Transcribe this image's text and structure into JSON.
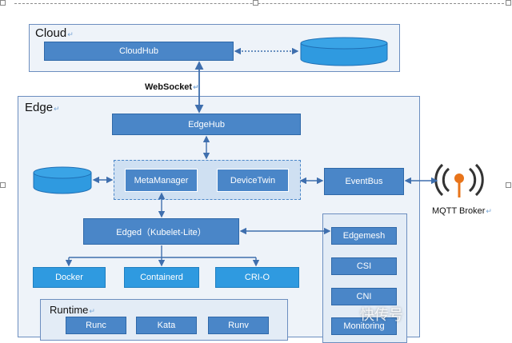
{
  "cloud": {
    "label": "Cloud",
    "cloudhub": "CloudHub"
  },
  "websocket_label": "WebSocket",
  "edge": {
    "label": "Edge",
    "edgehub": "EdgeHub",
    "metamanager": "MetaManager",
    "devicetwin": "DeviceTwin",
    "eventbus": "EventBus",
    "edged": "Edged（Kubelet-Lite）",
    "docker": "Docker",
    "containerd": "Containerd",
    "crio": "CRI-O",
    "runtime_label": "Runtime",
    "runtime_items": [
      "Runc",
      "Kata",
      "Runv"
    ],
    "side_items": [
      "Edgemesh",
      "CSI",
      "CNI",
      "Monitoring"
    ]
  },
  "mqtt_label": "MQTT Broker",
  "watermark": "快传号",
  "colors": {
    "box_blue": "#4a86c8",
    "bright_blue": "#2f9ae0",
    "region_bg": "#eef3f9",
    "line": "#3f6fae"
  },
  "icons": {
    "database": "database-cylinder-icon",
    "mqtt": "wireless-broadcast-icon",
    "paragraph": "return-mark-icon"
  }
}
